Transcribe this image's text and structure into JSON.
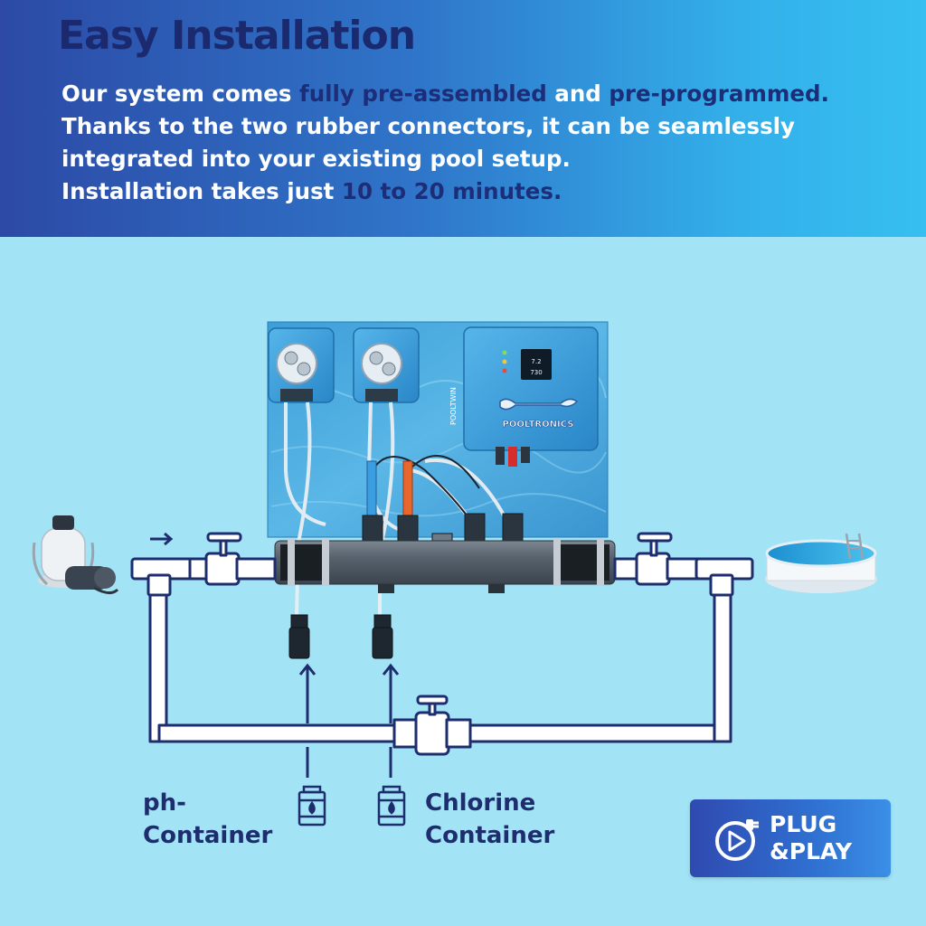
{
  "header": {
    "title": "Easy Installation",
    "line1_a": "Our system comes ",
    "line1_b": "fully pre-assembled",
    "line1_c": " and ",
    "line1_d": "pre-programmed.",
    "line2": "Thanks to the two rubber connectors, it can be seamlessly",
    "line3": "integrated into your existing pool setup.",
    "line4_a": "Installation takes just ",
    "line4_b": "10 to 20 minutes."
  },
  "device": {
    "brand": "POOLTRONICS",
    "side_label": "POOLTWIN",
    "display_value1": "7.2",
    "display_value2": "730"
  },
  "labels": {
    "ph_line1": "ph-",
    "ph_line2": "Container",
    "chlorine_line1": "Chlorine",
    "chlorine_line2": "Container"
  },
  "badge": {
    "line1": "PLUG",
    "line2": "&PLAY"
  },
  "colors": {
    "header_dark": "#2c4aa6",
    "header_light": "#36bff0",
    "background": "#a2e4f6",
    "title": "#1b2a6e",
    "pipe_outline": "#1d2d6e",
    "pipe_fill": "#ffffff"
  }
}
